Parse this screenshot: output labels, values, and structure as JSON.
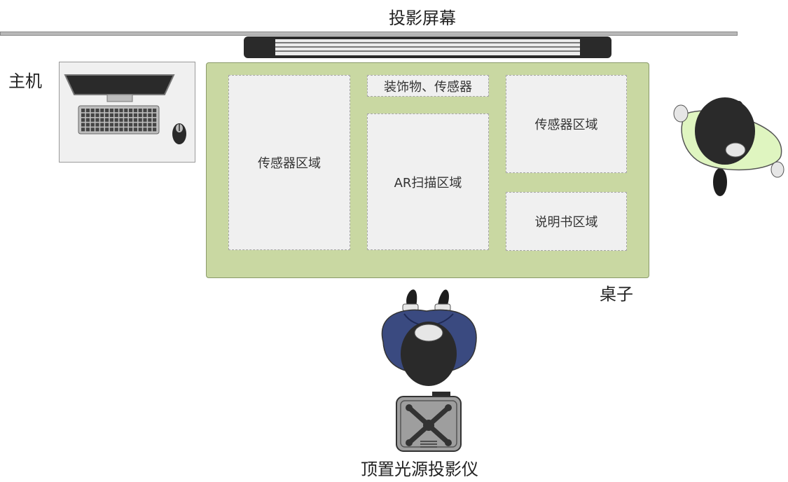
{
  "labels": {
    "screen": "投影屏幕",
    "host": "主机",
    "table": "桌子",
    "projector": "顶置光源投影仪"
  },
  "zones": {
    "sensor_left": "传感器区域",
    "decor": "装饰物、传感器",
    "ar_scan": "AR扫描区域",
    "sensor_right": "传感器区域",
    "manual": "说明书区域"
  },
  "colors": {
    "table": "#c9d8a2",
    "zone": "#f0f0f0",
    "person_front_shirt": "#3a4a80",
    "person_side_shirt": "#dff5c0",
    "hair": "#2a2a2a"
  },
  "icons": [
    "monitor-icon",
    "keyboard-icon",
    "mouse-icon",
    "projector-device-icon",
    "screen-roll-icon",
    "person-seated-icon",
    "person-standing-icon"
  ]
}
